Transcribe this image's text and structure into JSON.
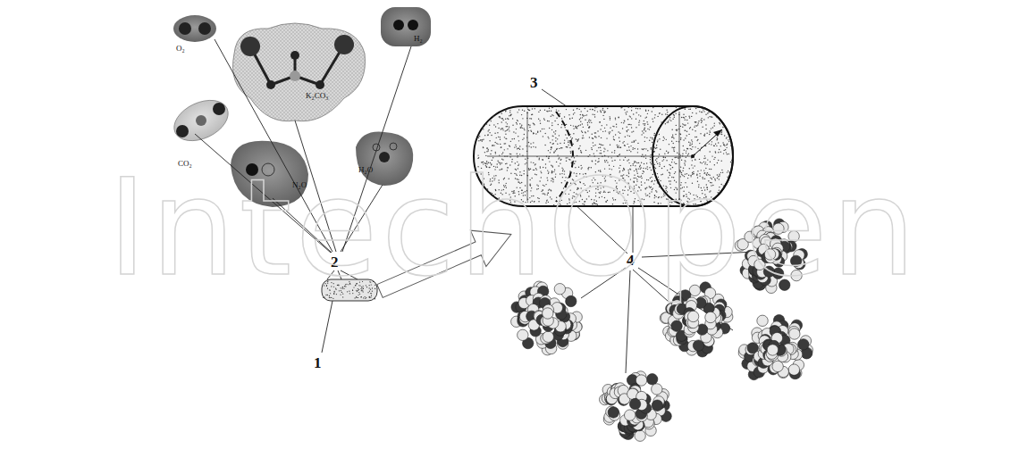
{
  "diagram": {
    "labels": [
      "O₂",
      "CO₂",
      "K₂CO₃",
      "H₂",
      "N₂O",
      "H₂O",
      "1",
      "2",
      "3",
      "4",
      "IntechOpen"
    ]
  }
}
